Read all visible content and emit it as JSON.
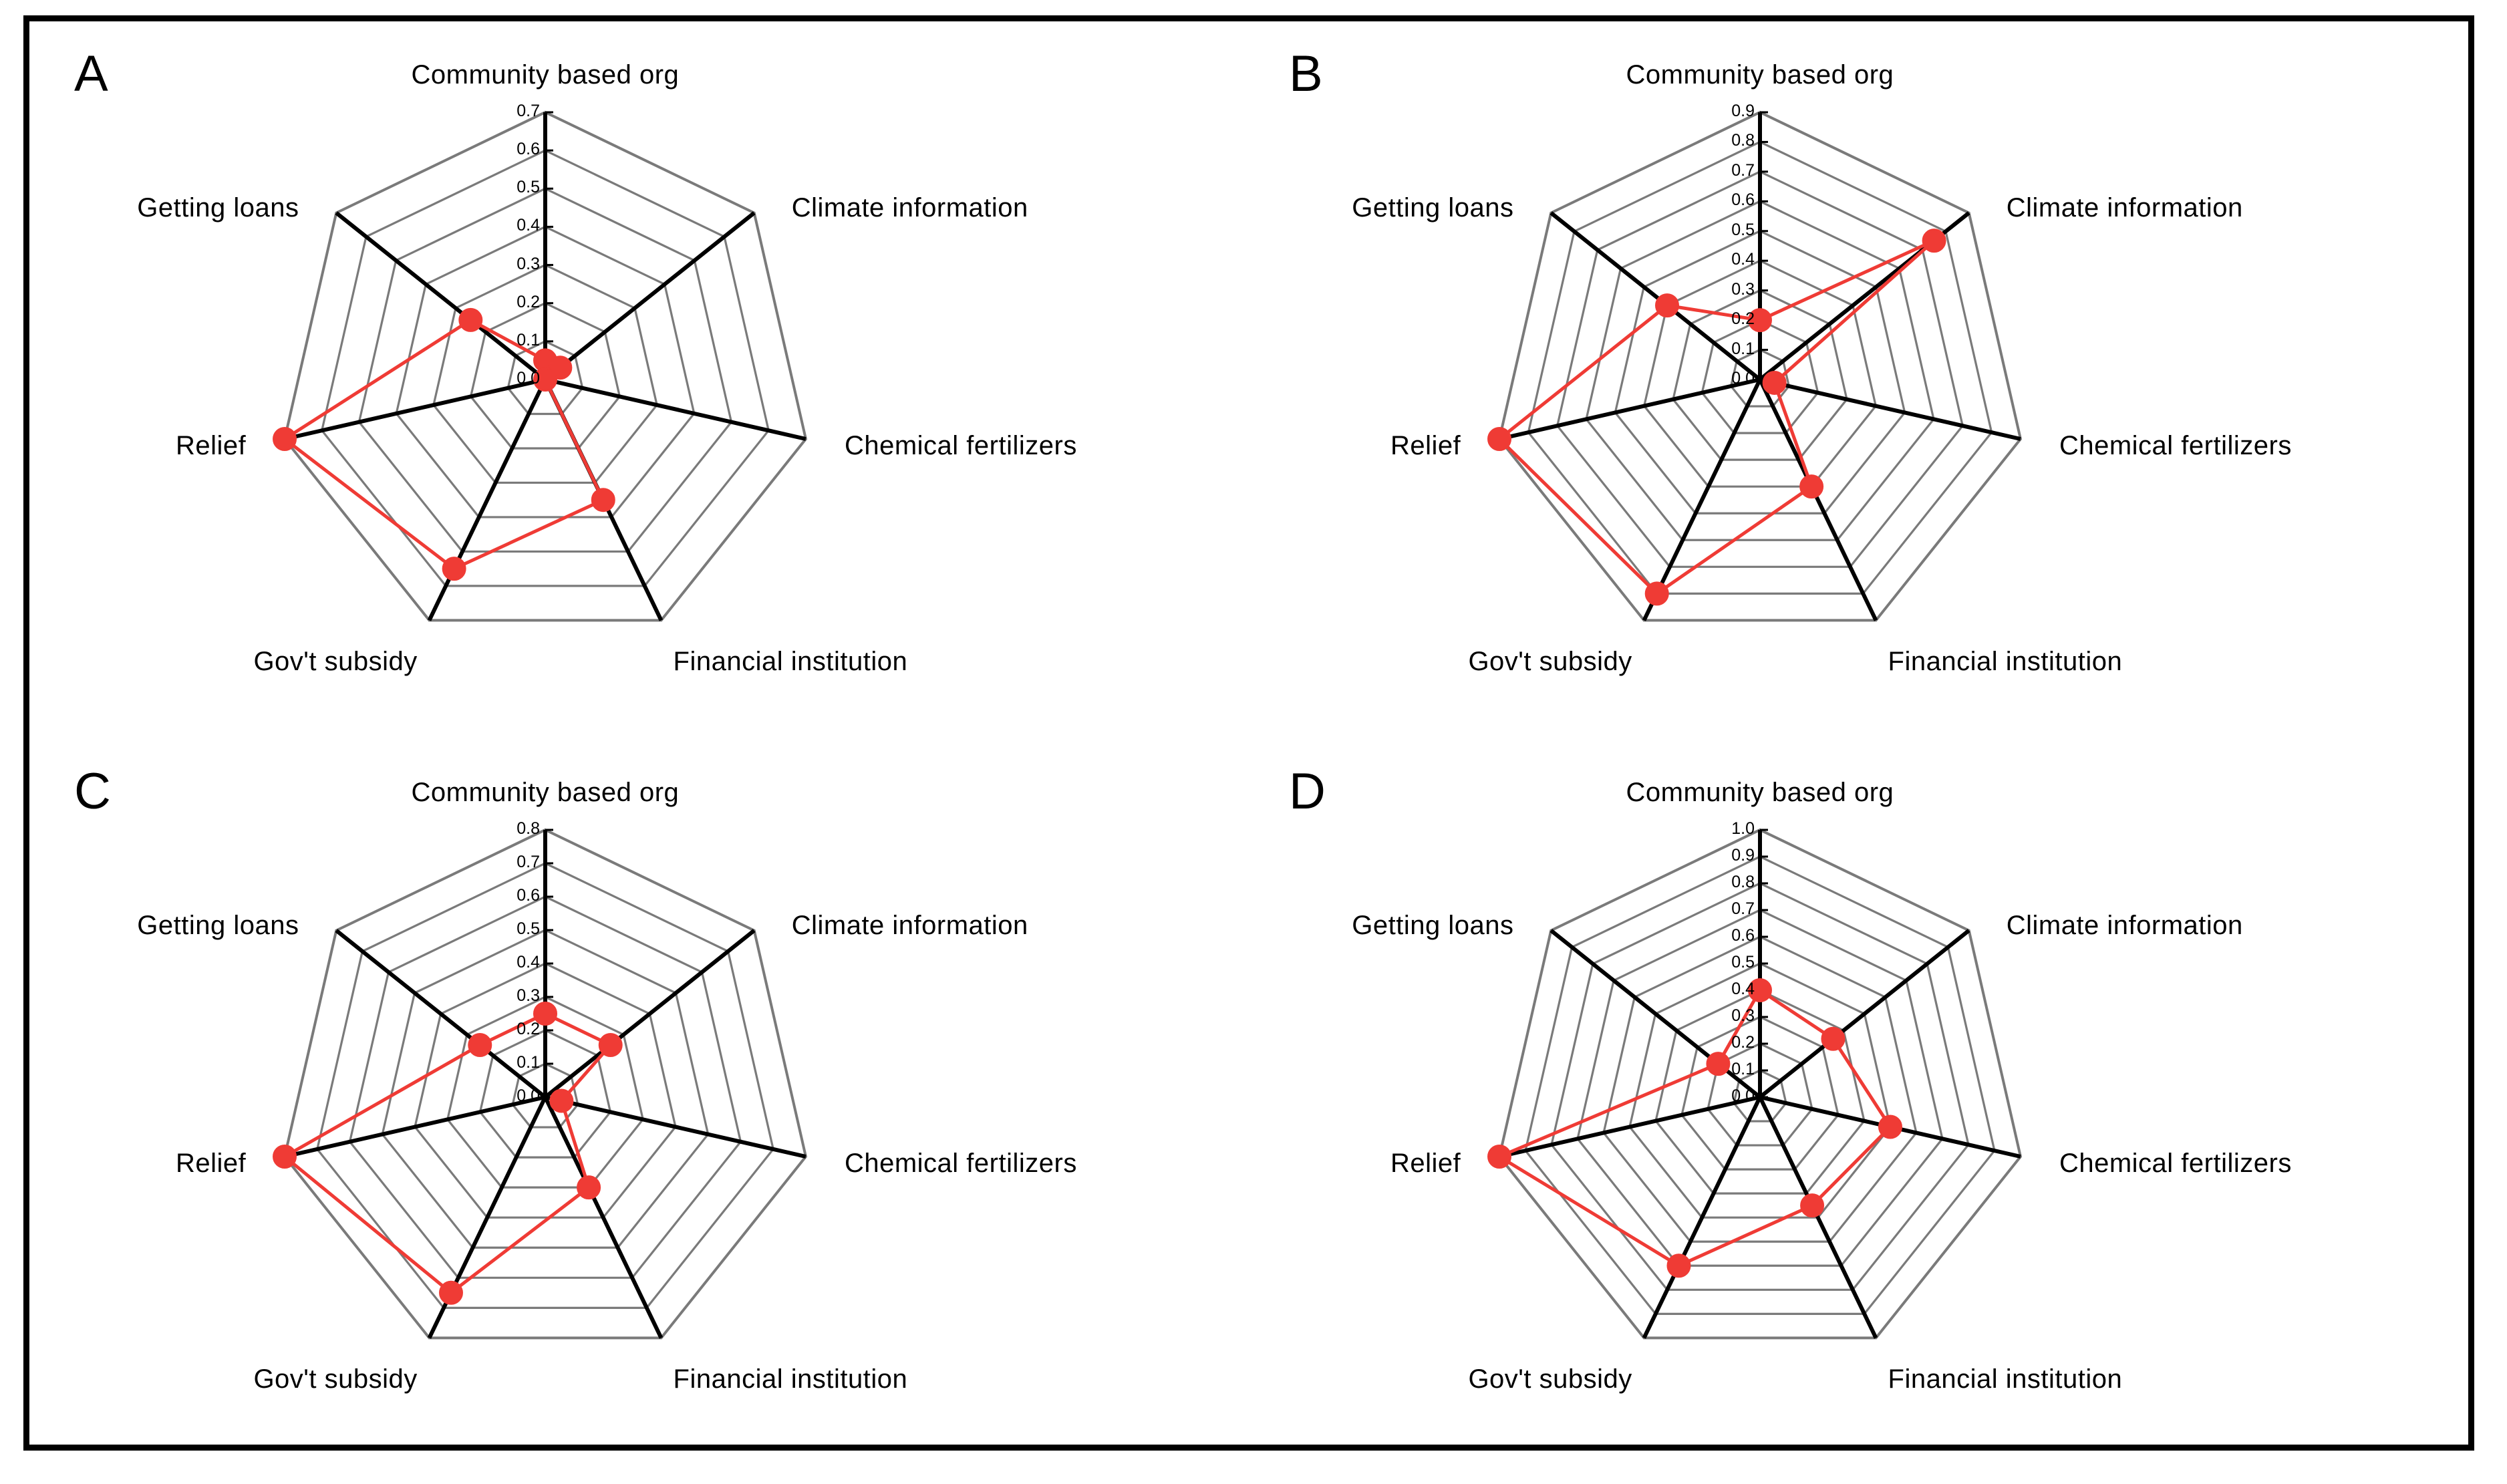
{
  "figure": {
    "panels": [
      {
        "id": "A",
        "letter": "A",
        "axis_labels": [
          "Community based org",
          "Climate information",
          "Chemical fertilizers",
          "Financial institution",
          "Gov't subsidy",
          "Relief",
          "Getting loans"
        ],
        "tick_labels": [
          "0.0",
          "0.1",
          "0.2",
          "0.3",
          "0.4",
          "0.5",
          "0.6",
          "0.7"
        ]
      },
      {
        "id": "B",
        "letter": "B",
        "axis_labels": [
          "Community based org",
          "Climate information",
          "Chemical fertilizers",
          "Financial institution",
          "Gov't subsidy",
          "Relief",
          "Getting loans"
        ],
        "tick_labels": [
          "0.0",
          "0.1",
          "0.2",
          "0.3",
          "0.4",
          "0.5",
          "0.6",
          "0.7",
          "0.8",
          "0.9"
        ]
      },
      {
        "id": "C",
        "letter": "C",
        "axis_labels": [
          "Community based org",
          "Climate information",
          "Chemical fertilizers",
          "Financial institution",
          "Gov't subsidy",
          "Relief",
          "Getting loans"
        ],
        "tick_labels": [
          "0.0",
          "0.1",
          "0.2",
          "0.3",
          "0.4",
          "0.5",
          "0.6",
          "0.7",
          "0.8"
        ]
      },
      {
        "id": "D",
        "letter": "D",
        "axis_labels": [
          "Community based org",
          "Climate information",
          "Chemical fertilizers",
          "Financial institution",
          "Gov't subsidy",
          "Relief",
          "Getting loans"
        ],
        "tick_labels": [
          "0.0",
          "0.1",
          "0.2",
          "0.3",
          "0.4",
          "0.5",
          "0.6",
          "0.7",
          "0.8",
          "0.9",
          "1.0"
        ]
      }
    ],
    "colors": {
      "series": "#ef3b35",
      "marker": "#ef3b35",
      "grid": "#7a7a7a",
      "spoke": "#000000",
      "border": "#000000",
      "text": "#000000",
      "background": "#ffffff"
    }
  },
  "chart_data": [
    {
      "type": "radar",
      "panel": "A",
      "title": "A",
      "categories": [
        "Community based org",
        "Climate information",
        "Chemical fertilizers",
        "Financial institution",
        "Gov't subsidy",
        "Relief",
        "Getting loans"
      ],
      "values": [
        0.05,
        0.05,
        0.0,
        0.35,
        0.55,
        0.7,
        0.25
      ],
      "ylim": [
        0.0,
        0.7
      ],
      "ticks": [
        0.0,
        0.1,
        0.2,
        0.3,
        0.4,
        0.5,
        0.6,
        0.7
      ],
      "grid": true,
      "legend": "none",
      "xlabel": "",
      "ylabel": ""
    },
    {
      "type": "radar",
      "panel": "B",
      "title": "B",
      "categories": [
        "Community based org",
        "Climate information",
        "Chemical fertilizers",
        "Financial institution",
        "Gov't subsidy",
        "Relief",
        "Getting loans"
      ],
      "values": [
        0.2,
        0.75,
        0.05,
        0.4,
        0.8,
        0.9,
        0.4
      ],
      "ylim": [
        0.0,
        0.9
      ],
      "ticks": [
        0.0,
        0.1,
        0.2,
        0.3,
        0.4,
        0.5,
        0.6,
        0.7,
        0.8,
        0.9
      ],
      "grid": true,
      "legend": "none",
      "xlabel": "",
      "ylabel": ""
    },
    {
      "type": "radar",
      "panel": "C",
      "title": "C",
      "categories": [
        "Community based org",
        "Climate information",
        "Chemical fertilizers",
        "Financial institution",
        "Gov't subsidy",
        "Relief",
        "Getting loans"
      ],
      "values": [
        0.25,
        0.25,
        0.05,
        0.3,
        0.65,
        0.8,
        0.25
      ],
      "ylim": [
        0.0,
        0.8
      ],
      "ticks": [
        0.0,
        0.1,
        0.2,
        0.3,
        0.4,
        0.5,
        0.6,
        0.7,
        0.8
      ],
      "grid": true,
      "legend": "none",
      "xlabel": "",
      "ylabel": ""
    },
    {
      "type": "radar",
      "panel": "D",
      "title": "D",
      "categories": [
        "Community based org",
        "Climate information",
        "Chemical fertilizers",
        "Financial institution",
        "Gov't subsidy",
        "Relief",
        "Getting loans"
      ],
      "values": [
        0.4,
        0.35,
        0.5,
        0.45,
        0.7,
        1.0,
        0.2
      ],
      "ylim": [
        0.0,
        1.0
      ],
      "ticks": [
        0.0,
        0.1,
        0.2,
        0.3,
        0.4,
        0.5,
        0.6,
        0.7,
        0.8,
        0.9,
        1.0
      ],
      "grid": true,
      "legend": "none",
      "xlabel": "",
      "ylabel": ""
    }
  ]
}
